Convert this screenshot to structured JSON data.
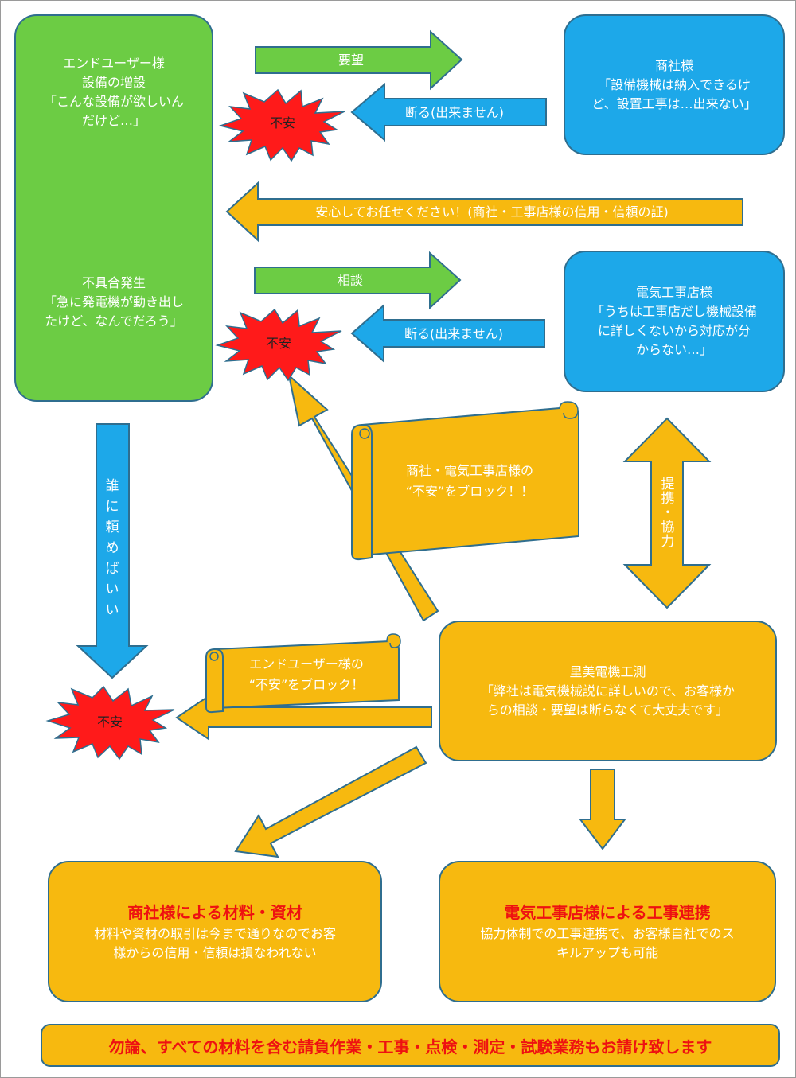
{
  "end_user": {
    "top_lines": [
      "エンドユーザー様",
      "設備の増設",
      "「こんな設備が欲しいん",
      "だけど…」"
    ],
    "bottom_lines": [
      "不具合発生",
      "「急に発電機が動き出し",
      "たけど、なんでだろう」"
    ]
  },
  "trading_company": {
    "lines": [
      "商社様",
      "「設備機械は納入できるけ",
      "ど、設置工事は…出来ない」"
    ]
  },
  "electrical_contractor": {
    "lines": [
      "電気工事店様",
      "「うちは工事店だし機械設備",
      "に詳しくないから対応が分",
      "からない…」"
    ]
  },
  "satomi": {
    "lines": [
      "里美電機工測",
      "「弊社は電気機械説に詳しいので、お客様か",
      "らの相談・要望は断らなくて大丈夫です」"
    ]
  },
  "arrows": {
    "request": "要望",
    "refuse_1": "断る(出来ません)",
    "reassure": "安心してお任せください！(商社・工事店様の信用・信頼の証)",
    "consult": "相談",
    "refuse_2": "断る(出来ません)",
    "who_to_ask": [
      "誰",
      "に",
      "頼",
      "め",
      "ば",
      "い",
      "い"
    ],
    "cooperation": [
      "提",
      "携",
      "・",
      "協",
      "力"
    ]
  },
  "bursts": {
    "anxiety_1": "不安",
    "anxiety_2": "不安",
    "anxiety_3": "不安"
  },
  "scrolls": {
    "block_partners": [
      "商社・電気工事店様の",
      "“不安”をブロック！！"
    ],
    "block_end_user": [
      "エンドユーザー様の",
      "“不安”をブロック！"
    ]
  },
  "result_trading": {
    "title": "商社様による材料・資材",
    "lines": [
      "材料や資材の取引は今まで通りなのでお客",
      "様からの信用・信頼は損なわれない"
    ]
  },
  "result_electrical": {
    "title": "電気工事店様による工事連携",
    "lines": [
      "協力体制での工事連携で、お客様自社でのス",
      "キルアップも可能"
    ]
  },
  "footer": {
    "text": "勿論、すべての材料を含む請負作業・工事・点検・測定・試験業務もお請け致します"
  },
  "colors": {
    "green": "#6ccc44",
    "blue": "#1da8e9",
    "orange": "#f7b90f",
    "red": "#ee1111",
    "burst": "#ff1a1a",
    "border": "#2f6e8f"
  }
}
